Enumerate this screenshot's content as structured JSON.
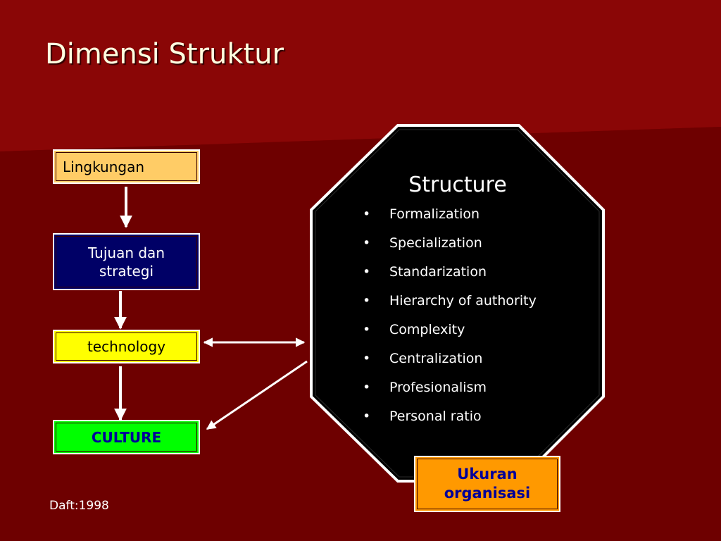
{
  "slide": {
    "title": "Dimensi Struktur",
    "source": "Daft:1998"
  },
  "colors": {
    "background": "#800000",
    "background_dark": "#6e0000",
    "title_text": "#FFFFE0",
    "lingkungan_fill": "#FFCC66",
    "tujuan_fill": "#000066",
    "technology_fill": "#FFFF00",
    "culture_fill": "#00FF00",
    "ukuran_fill": "#FF9900",
    "structure_fill": "#000000",
    "arrow": "#ffffff"
  },
  "boxes": {
    "lingkungan": "Lingkungan",
    "tujuan_line1": "Tujuan dan",
    "tujuan_line2": "strategi",
    "technology": "technology",
    "culture": "CULTURE",
    "ukuran_line1": "Ukuran",
    "ukuran_line2": "organisasi"
  },
  "structure": {
    "title": "Structure",
    "bullet": "•",
    "items": [
      "Formalization",
      "Specialization",
      "Standarization",
      "Hierarchy of authority",
      "Complexity",
      "Centralization",
      "Profesionalism",
      "Personal ratio"
    ]
  }
}
